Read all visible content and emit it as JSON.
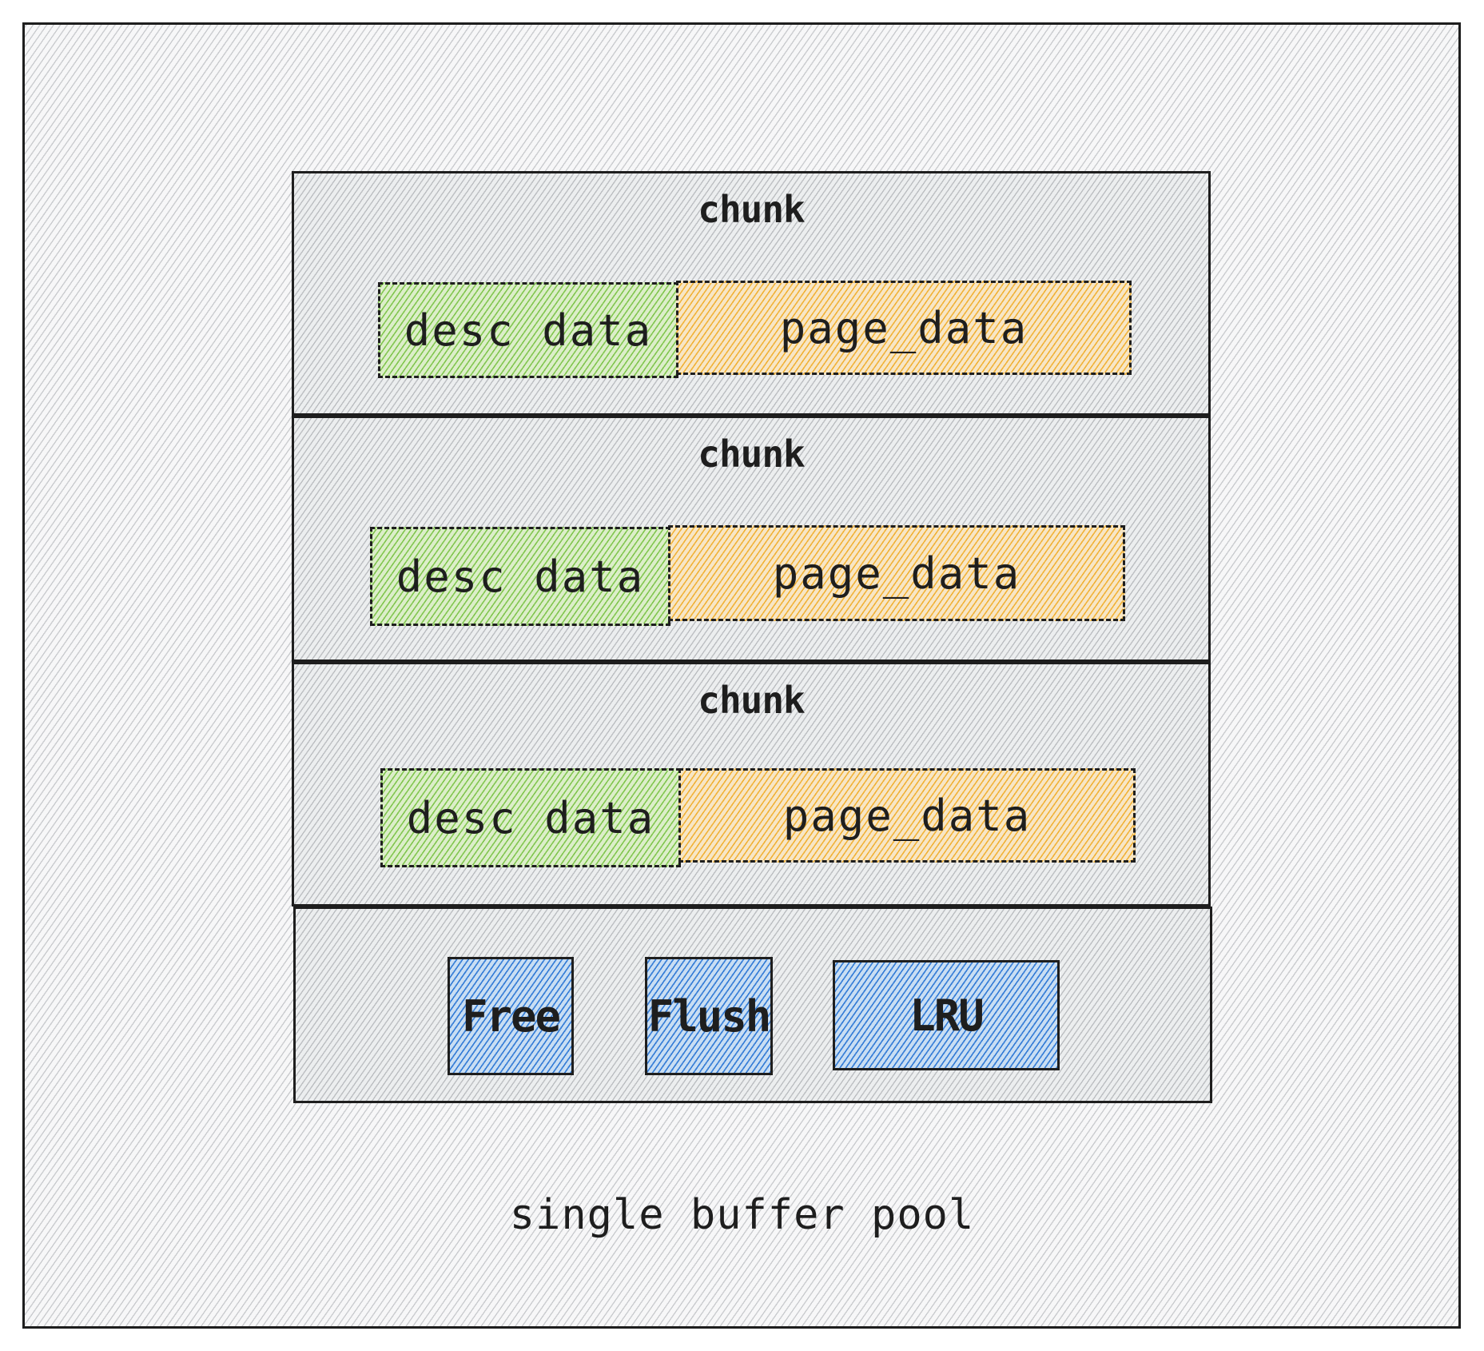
{
  "diagram": {
    "chunks": [
      {
        "title": "chunk",
        "desc_label": "desc data",
        "page_label": "page_data"
      },
      {
        "title": "chunk",
        "desc_label": "desc data",
        "page_label": "page_data"
      },
      {
        "title": "chunk",
        "desc_label": "desc data",
        "page_label": "page_data"
      }
    ],
    "lists": {
      "free": "Free",
      "flush": "Flush",
      "lru": "LRU"
    },
    "caption": "single buffer pool",
    "colors": {
      "stroke": "#1e1e1e",
      "background_hatch": "#ced4da",
      "desc_fill": "#40c057",
      "page_fill": "#fab005",
      "list_fill": "#228be6"
    }
  }
}
